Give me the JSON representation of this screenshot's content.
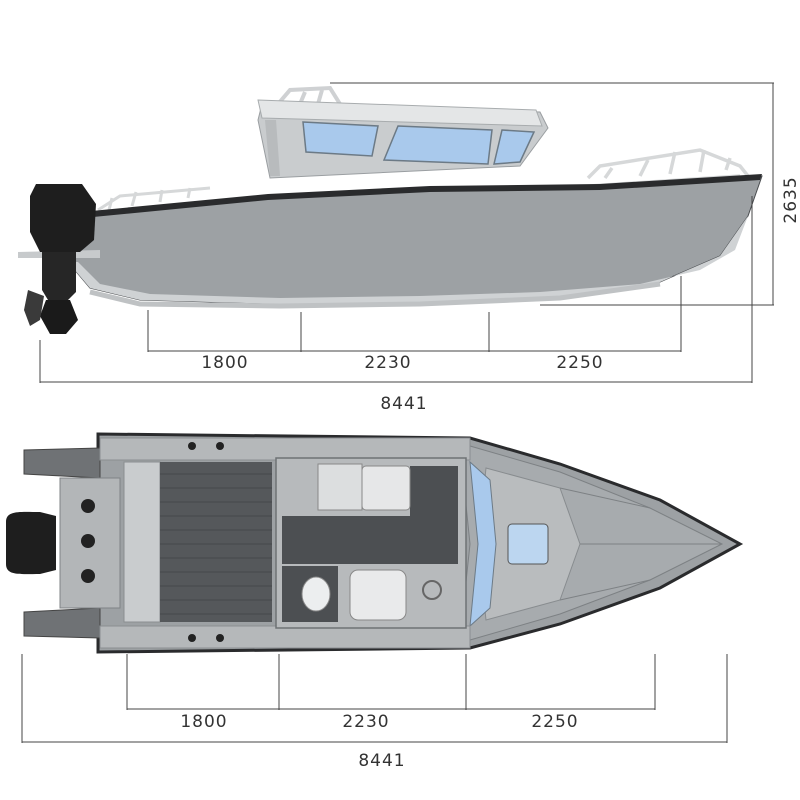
{
  "side_view": {
    "segments": [
      "1800",
      "2230",
      "2250"
    ],
    "overall_length": "8441",
    "height": "2635"
  },
  "top_view": {
    "segments": [
      "1800",
      "2230",
      "2250"
    ],
    "overall_length": "8441"
  },
  "colors": {
    "hull": "#9da1a4",
    "hull_dark": "#8b8f92",
    "hull_light": "#cfd2d4",
    "cabin": "#c9ccce",
    "window": "#a9c9ec",
    "deck": "#55585b",
    "engine": "#1e1e1e",
    "rail": "#d8dadb"
  }
}
